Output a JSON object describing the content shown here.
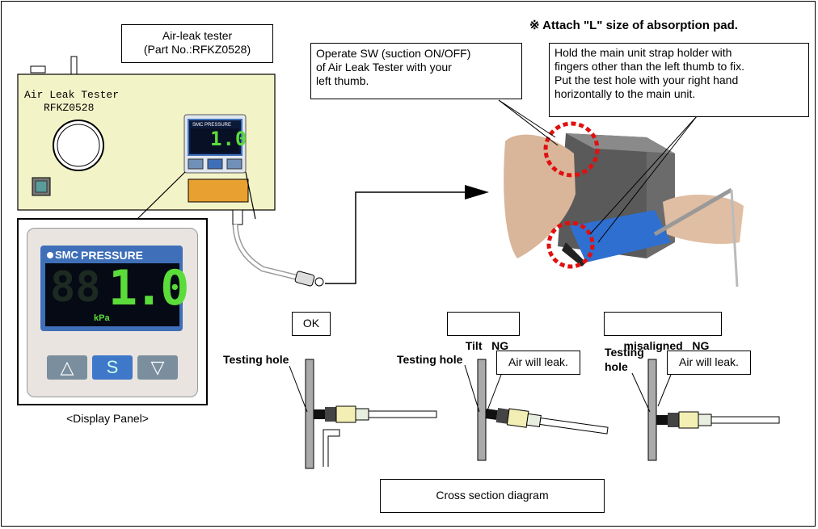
{
  "tester_label": {
    "line1": "Air-leak tester",
    "line2": "(Part No.:RFKZ0528)"
  },
  "device": {
    "name": "Air Leak Tester",
    "model": "RFKZ0528",
    "gauge_reading": "1.0"
  },
  "display_panel": {
    "brand": "SMC",
    "title": "PRESSURE",
    "reading": "1.0",
    "unit": "kPa",
    "caption": "<Display Panel>",
    "buttons": {
      "up": "△",
      "set": "S",
      "down": "▽"
    }
  },
  "instructions": {
    "note": "※ Attach \"L\" size of absorption pad.",
    "operate_sw": [
      "Operate SW (suction ON/OFF)",
      "of Air Leak Tester with your",
      "left thumb."
    ],
    "hold": [
      "Hold the main unit strap holder with",
      "fingers other than the left thumb to fix.",
      "Put the test hole with your right hand",
      "horizontally to the main unit."
    ]
  },
  "cross_section": {
    "ok": {
      "label": "OK",
      "hole": "Testing hole"
    },
    "tilt": {
      "label": "Tilt   NG",
      "hole": "Testing hole",
      "callout": "Air will leak."
    },
    "misaligned": {
      "label": "misaligned   NG",
      "hole_line1": "Testing",
      "hole_line2": "hole",
      "callout": "Air will leak."
    },
    "caption": "Cross section diagram"
  },
  "colors": {
    "device_body": "#f3f3c8",
    "lcd_green": "#5bdc3a",
    "panel_blue": "#3f6fb8",
    "orange_pad": "#e8a030",
    "red_marker": "#e01010",
    "plate_gray": "#aaaaaa",
    "fitting_yellow": "#f3efb4"
  }
}
